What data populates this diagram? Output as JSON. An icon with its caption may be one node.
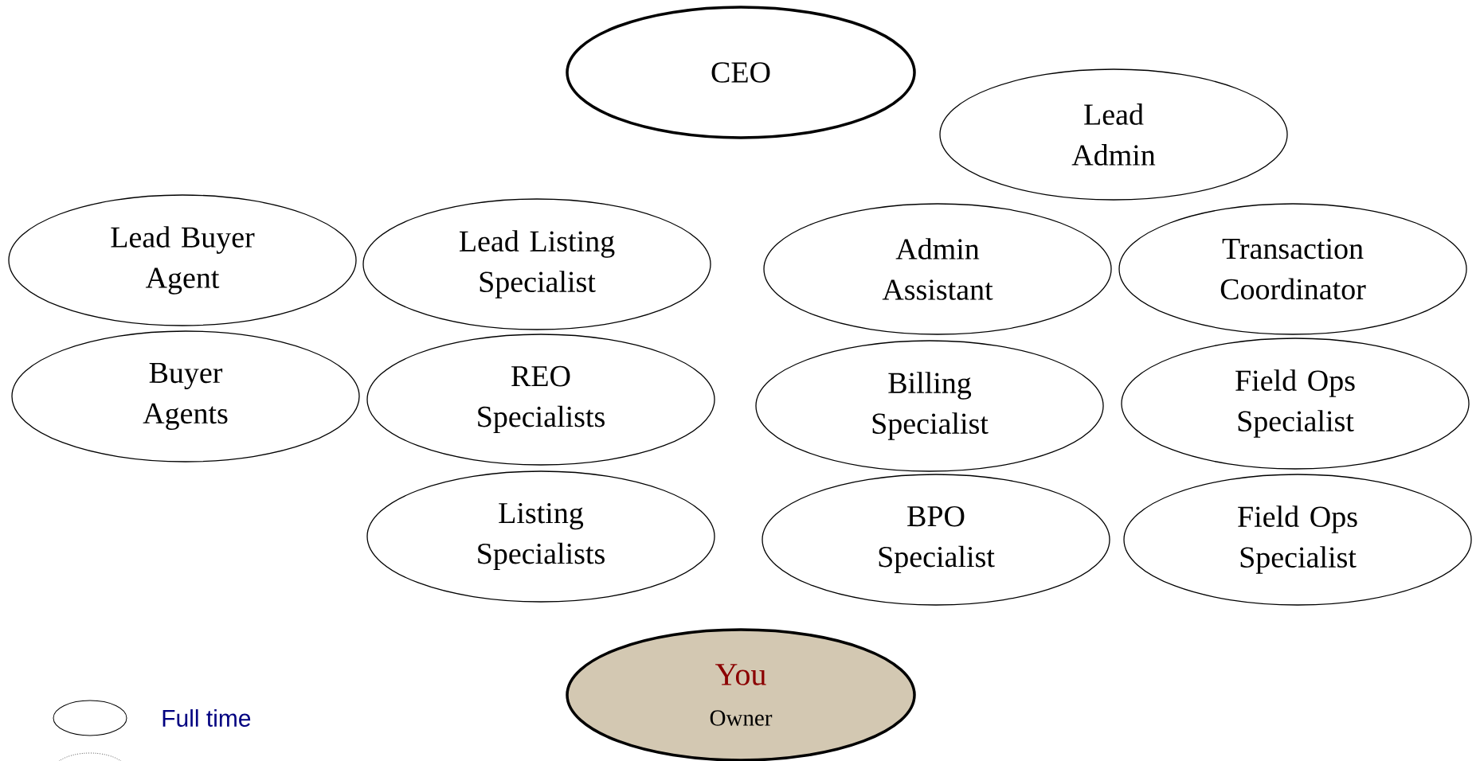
{
  "diagram": {
    "nodes": [
      {
        "text": [
          "CEO"
        ]
      },
      {
        "text": [
          "Lead Admin"
        ]
      },
      {
        "text": [
          "Lead Buyer Agent"
        ]
      },
      {
        "text": [
          "Lead Listing Specialist"
        ]
      },
      {
        "text": [
          "Admin Assistant"
        ]
      },
      {
        "text": [
          "Transaction Coordinator"
        ]
      },
      {
        "text": [
          "Buyer Agents"
        ]
      },
      {
        "text": [
          "REO Specialists"
        ]
      },
      {
        "text": [
          "Billing Specialist"
        ]
      },
      {
        "text": [
          "Field Ops Specialist"
        ]
      },
      {
        "text": [
          "Listing Specialists"
        ]
      },
      {
        "text": [
          "BPO Specialist"
        ]
      },
      {
        "text": [
          "Field Ops Specialist"
        ]
      },
      {
        "text": [
          "You",
          "Owner"
        ]
      }
    ],
    "legend": [
      {
        "text": "Full time"
      }
    ]
  }
}
